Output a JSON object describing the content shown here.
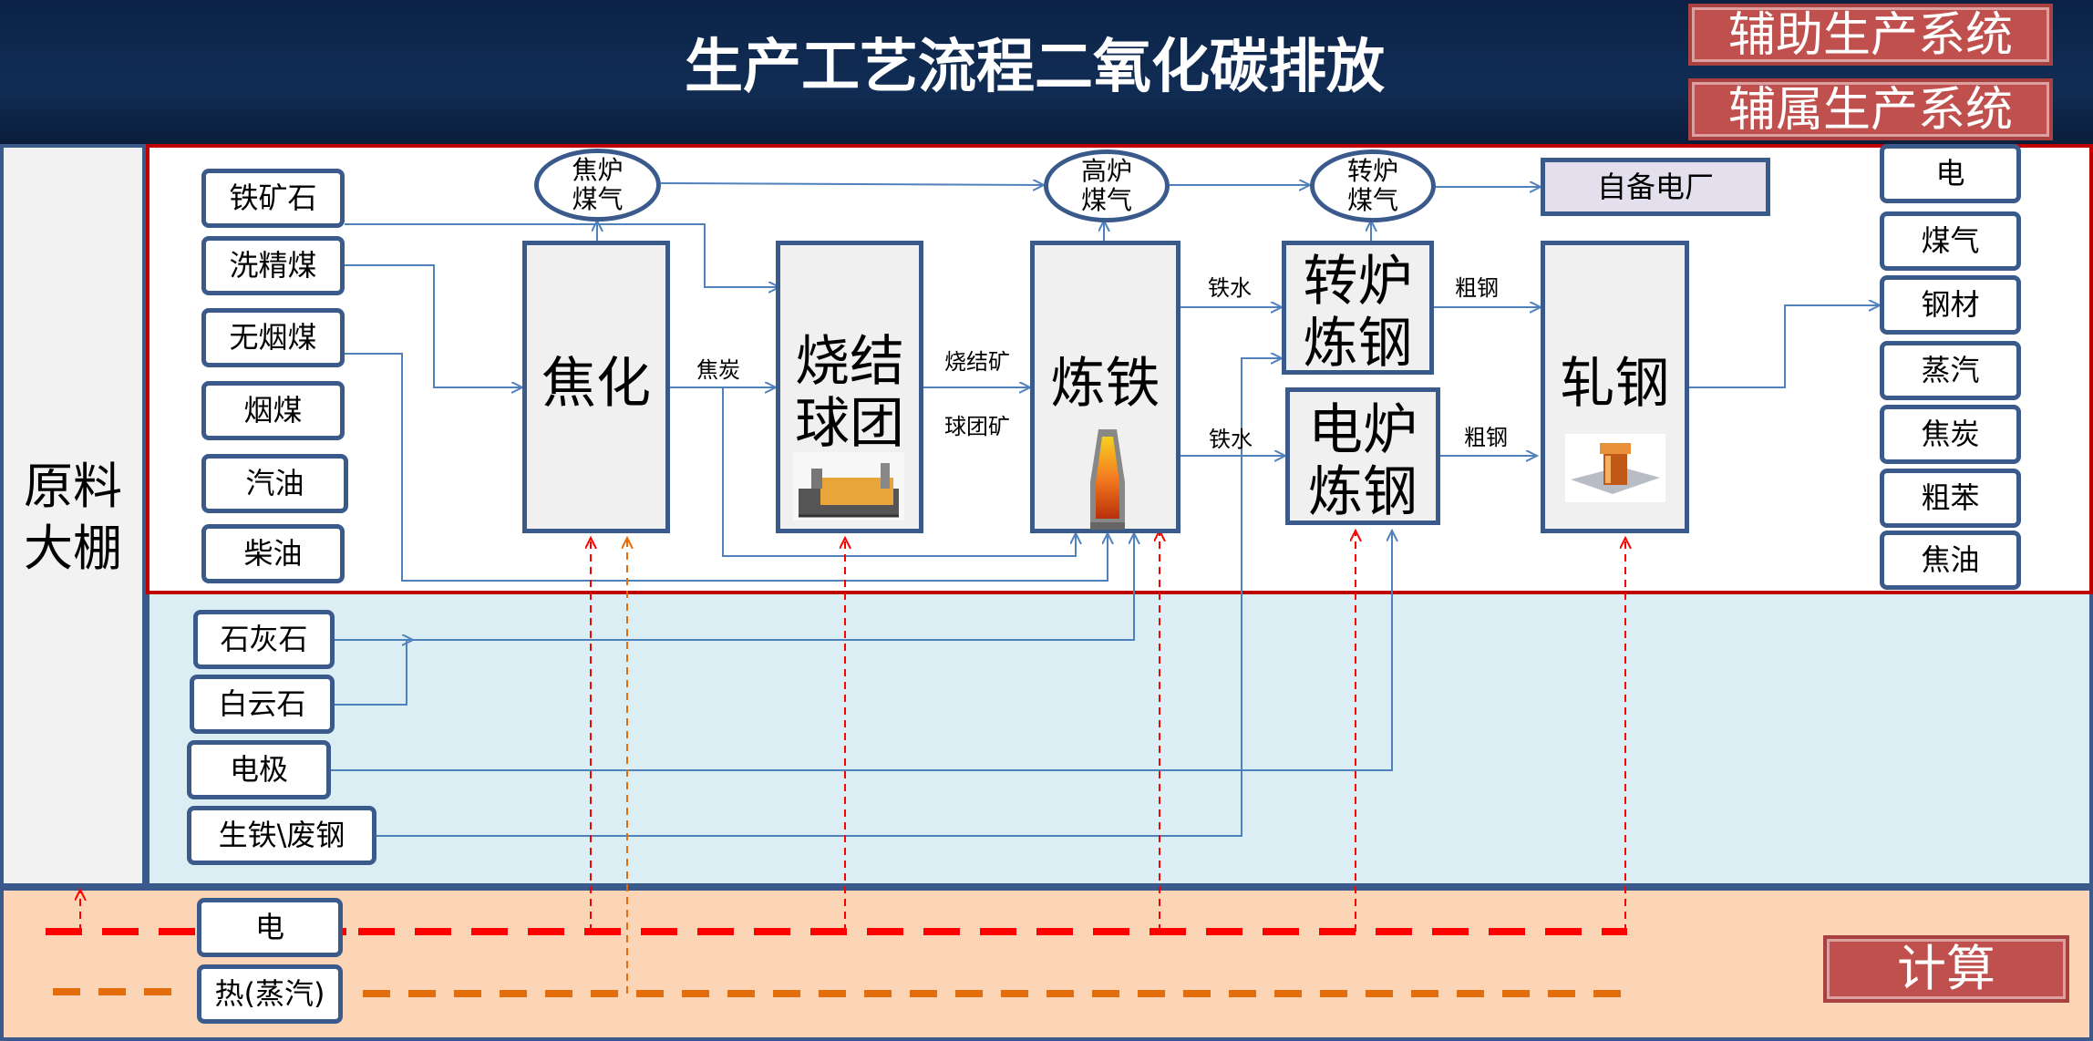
{
  "title": "生产工艺流程二氧化碳排放",
  "top_buttons": [
    "辅助生产系统",
    "辅属生产系统"
  ],
  "warehouse": {
    "line1": "原料",
    "line2": "大棚"
  },
  "raw_materials": [
    "铁矿石",
    "洗精煤",
    "无烟煤",
    "烟煤",
    "汽油",
    "柴油"
  ],
  "aux_materials": [
    "石灰石",
    "白云石",
    "电极",
    "生铁\\废钢"
  ],
  "energy_inputs": [
    "电",
    "热(蒸汽)"
  ],
  "gases": {
    "coke_oven": {
      "line1": "焦炉",
      "line2": "煤气"
    },
    "blast_furnace": {
      "line1": "高炉",
      "line2": "煤气"
    },
    "converter": {
      "line1": "转炉",
      "line2": "煤气"
    }
  },
  "processes": {
    "coking": "焦化",
    "sinter": {
      "line1": "烧结",
      "line2": "球团"
    },
    "ironmaking": "炼铁",
    "bof": {
      "line1": "转炉",
      "line2": "炼钢"
    },
    "eaf": {
      "line1": "电炉",
      "line2": "炼钢"
    },
    "rolling": "轧钢"
  },
  "power_plant": "自备电厂",
  "flow_labels": {
    "coke": "焦炭",
    "sinter_ore": "烧结矿",
    "pellet_ore": "球团矿",
    "hot_metal_1": "铁水",
    "hot_metal_2": "铁水",
    "crude_steel_1": "粗钢",
    "crude_steel_2": "粗钢"
  },
  "outputs": [
    "电",
    "煤气",
    "钢材",
    "蒸汽",
    "焦炭",
    "粗苯",
    "焦油"
  ],
  "calc_button": "计算",
  "colors": {
    "header": "#0b2246",
    "accent_red": "#c0504d",
    "arrow_blue": "#4f81bd",
    "electric_red": "#ff0000",
    "heat_orange": "#e46c0a"
  }
}
